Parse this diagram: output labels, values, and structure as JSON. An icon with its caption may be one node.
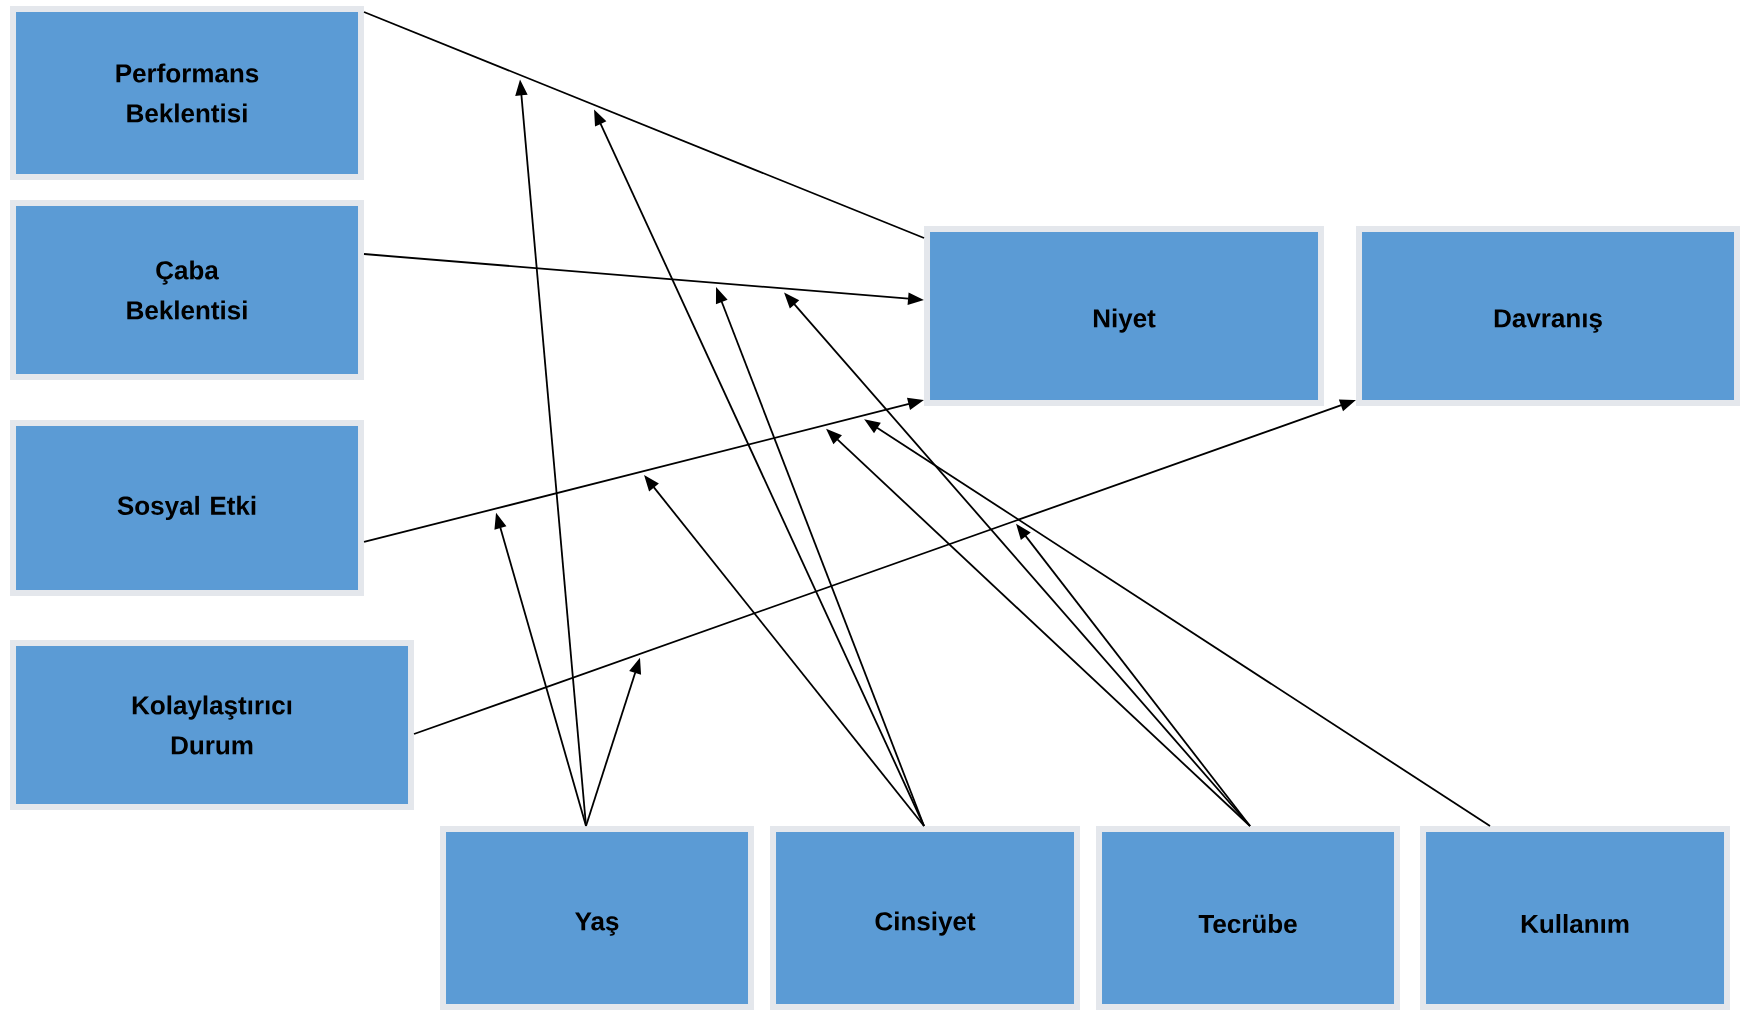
{
  "diagram": {
    "nodes": [
      {
        "text": [
          "Performans Beklentisi"
        ]
      },
      {
        "text": [
          "Çaba Beklentisi"
        ]
      },
      {
        "text": [
          "Sosyal Etki"
        ]
      },
      {
        "text": [
          "Kolaylaştırıcı Durum"
        ]
      },
      {
        "text": [
          "Niyet"
        ]
      },
      {
        "text": [
          "Davranış"
        ]
      },
      {
        "text": [
          "Yaş"
        ]
      },
      {
        "text": [
          "Cinsiyet"
        ]
      },
      {
        "text": [
          "Tecrübe"
        ]
      },
      {
        "text": [
          "Kullanım"
        ]
      }
    ],
    "edges": [
      {
        "from": 0,
        "to": 4,
        "arrow": "none"
      },
      {
        "from": 1,
        "to": 4,
        "arrow": "to"
      },
      {
        "from": 2,
        "to": 4,
        "arrow": "to"
      },
      {
        "from": 3,
        "to": 5,
        "arrow": "to"
      },
      {
        "from": 6,
        "to": null,
        "arrow": "to"
      },
      {
        "from": 6,
        "to": null,
        "arrow": "to"
      },
      {
        "from": 6,
        "to": null,
        "arrow": "to"
      },
      {
        "from": 7,
        "to": null,
        "arrow": "to"
      },
      {
        "from": 7,
        "to": null,
        "arrow": "to"
      },
      {
        "from": 7,
        "to": null,
        "arrow": "to"
      },
      {
        "from": 8,
        "to": null,
        "arrow": "to"
      },
      {
        "from": 8,
        "to": null,
        "arrow": "to"
      },
      {
        "from": 8,
        "to": null,
        "arrow": "to"
      },
      {
        "from": 9,
        "to": null,
        "arrow": "to"
      }
    ]
  }
}
